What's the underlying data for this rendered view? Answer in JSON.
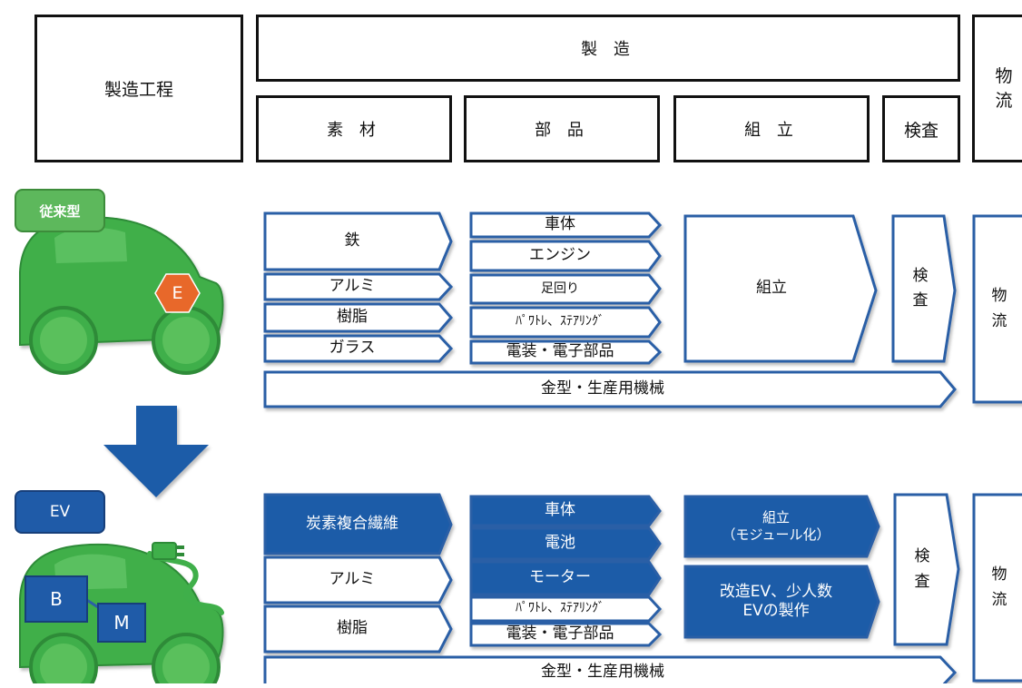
{
  "header": {
    "process_label": "製造工程",
    "manufacturing": "製 造",
    "material": "素 材",
    "parts": "部 品",
    "assembly": "組 立",
    "inspection": "検査",
    "logistics": "物\n流"
  },
  "conventional": {
    "badge": "従来型",
    "engine_mark": "E",
    "materials": [
      "鉄",
      "アルミ",
      "樹脂",
      "ガラス"
    ],
    "parts": [
      "車体",
      "エンジン",
      "足回り",
      "ﾊﾟﾜﾄﾚ、ｽﾃｱﾘﾝｸﾞ",
      "電装・電子部品"
    ],
    "assembly": "組立",
    "inspection": "検\n査",
    "logistics": "物\n流",
    "tooling": "金型・生産用機械"
  },
  "ev": {
    "badge": "EV",
    "battery_mark": "B",
    "motor_mark": "M",
    "materials": [
      "炭素複合繊維",
      "アルミ",
      "樹脂"
    ],
    "parts": [
      "車体",
      "電池",
      "モーター",
      "ﾊﾟﾜﾄﾚ、ｽﾃｱﾘﾝｸﾞ",
      "電装・電子部品"
    ],
    "assembly": "組立\n（モジュール化）",
    "conversion": "改造EV、少人数\nEVの製作",
    "inspection": "検\n査",
    "logistics": "物\n流",
    "tooling": "金型・生産用機械"
  },
  "colors": {
    "outline_blue": "#2B5FA6",
    "fill_blue": "#1F5BA8",
    "car_green": "#3FAF4A",
    "car_green_dark": "#2E8B38",
    "badge_green": "#5DB85C",
    "hex_orange": "#E8682A"
  }
}
